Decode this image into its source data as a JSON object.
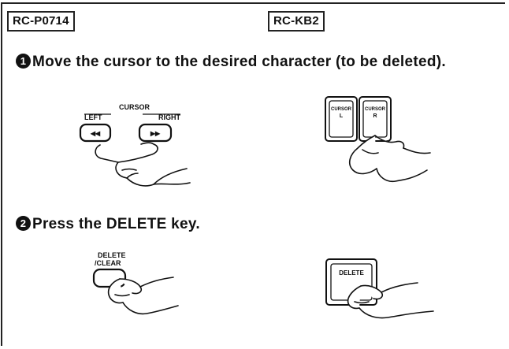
{
  "headers": {
    "left_model": "RC-P0714",
    "right_model": "RC-KB2"
  },
  "steps": [
    {
      "number": "1",
      "text": "Move the cursor to the desired character (to be deleted)."
    },
    {
      "number": "2",
      "text": "Press the DELETE key."
    }
  ],
  "illustrations": {
    "cursor_remote": {
      "group_label": "CURSOR",
      "left_label": "LEFT",
      "right_label": "RIGHT",
      "left_glyph": "◂◂",
      "right_glyph": "▸▸"
    },
    "cursor_keyboard": {
      "key1_label": "CURSOR",
      "key1_arrow": "L",
      "key2_label": "CURSOR",
      "key2_arrow": "R"
    },
    "delete_remote": {
      "label_line1": "DELETE",
      "label_line2": "/CLEAR"
    },
    "delete_keyboard": {
      "key_label": "DELETE"
    }
  }
}
